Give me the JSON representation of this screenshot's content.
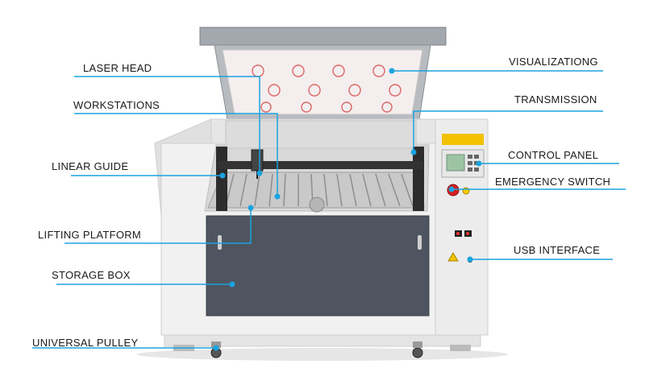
{
  "labels": {
    "laser_head": "LASER HEAD",
    "workstations": "WORKSTATIONS",
    "linear_guide": "LINEAR GUIDE",
    "lifting_platform": "LIFTING PLATFORM",
    "storage_box": "STORAGE BOX",
    "universal_pulley": "UNIVERSAL PULLEY",
    "visualization": "VISUALIZATIONG",
    "transmission": "TRANSMISSION",
    "control_panel": "CONTROL PANEL",
    "emergency_switch": "EMERGENCY SWITCH",
    "usb_interface": "USB INTERFACE"
  },
  "colors": {
    "leader_line": "#1aa3e0",
    "dot": "#1aa3e0",
    "body": "#eeeeee",
    "door": "#4f5560",
    "lid": "#9aa0a6",
    "rail": "#2a2a2a",
    "emergency": "#d32020",
    "panel": "#9cc4a4",
    "warning": "#f2c200"
  }
}
